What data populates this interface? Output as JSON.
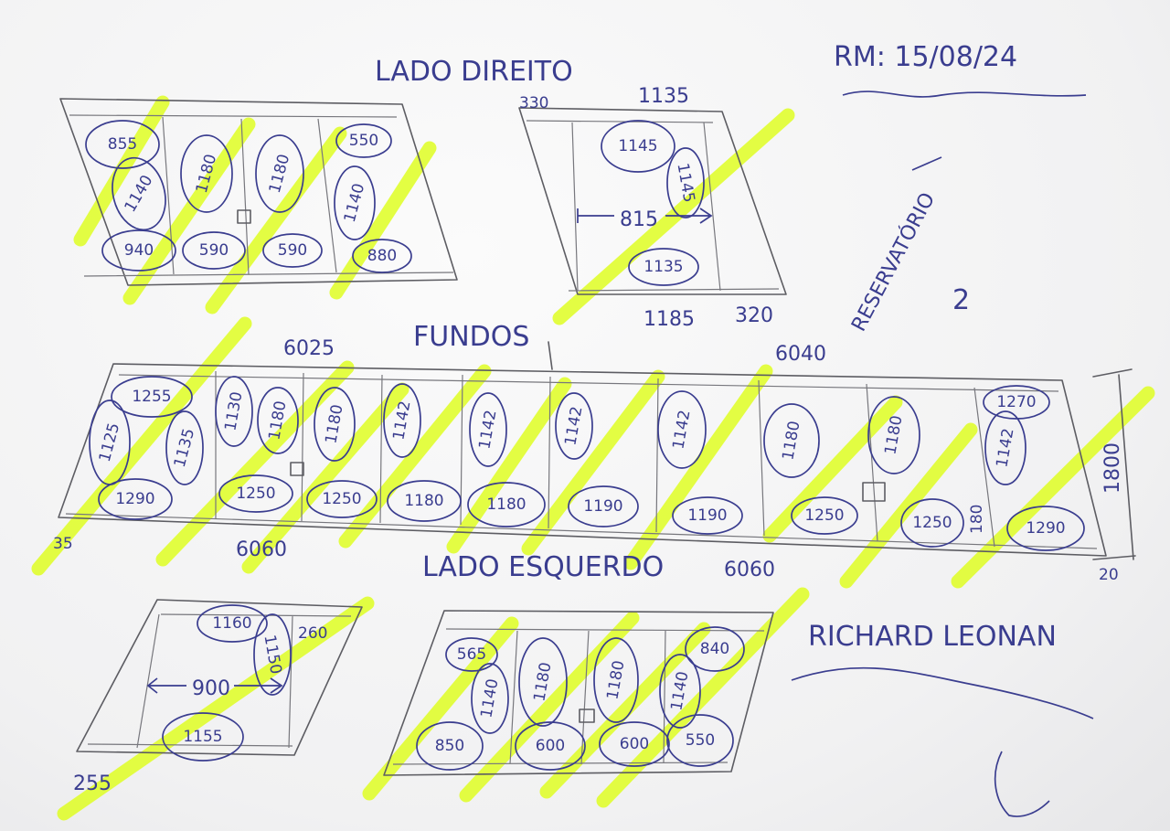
{
  "header": {
    "title": "LADO DIREITO",
    "rm": "RM: 15/08/24"
  },
  "labels": {
    "fundos": "FUNDOS",
    "lado_esquerdo": "LADO ESQUERDO",
    "reservatorio": "RESERVATÓRIO",
    "reservatorio_number": "2",
    "author": "RICHARD LEONAN"
  },
  "dimensions": {
    "top_right_top_left": "330",
    "top_right_top": "1135",
    "top_right_bottom": "1185",
    "top_right_bottom_right": "320",
    "top_right_span": "815",
    "main_top_left": "6025",
    "main_top_right": "6040",
    "main_bottom_left": "6060",
    "main_bottom_right": "6060",
    "main_left": "35",
    "main_right": "1800",
    "main_right_bottom": "20",
    "main_inner": "180",
    "bottom_left_span": "900",
    "bottom_left_right": "260",
    "bottom_left_corner": "255"
  },
  "top_left_rack": {
    "ovals": [
      "855",
      "1140",
      "940",
      "1180",
      "590",
      "1180",
      "590",
      "550",
      "1140",
      "880"
    ]
  },
  "top_right_rack": {
    "ovals": [
      "1145",
      "1145",
      "1135"
    ]
  },
  "main_rack": {
    "ovals": [
      "1255",
      "1125",
      "1135",
      "1290",
      "1130",
      "1180",
      "1250",
      "1180",
      "1250",
      "1142",
      "1180",
      "1142",
      "1180",
      "1142",
      "1190",
      "1142",
      "1190",
      "1180",
      "1250",
      "1180",
      "1250",
      "1270",
      "1142",
      "1290"
    ]
  },
  "bottom_left_rack": {
    "ovals": [
      "1160",
      "1150",
      "1155"
    ]
  },
  "bottom_right_rack": {
    "ovals": [
      "565",
      "1140",
      "1180",
      "1180",
      "1140",
      "840",
      "850",
      "600",
      "600",
      "550"
    ]
  }
}
